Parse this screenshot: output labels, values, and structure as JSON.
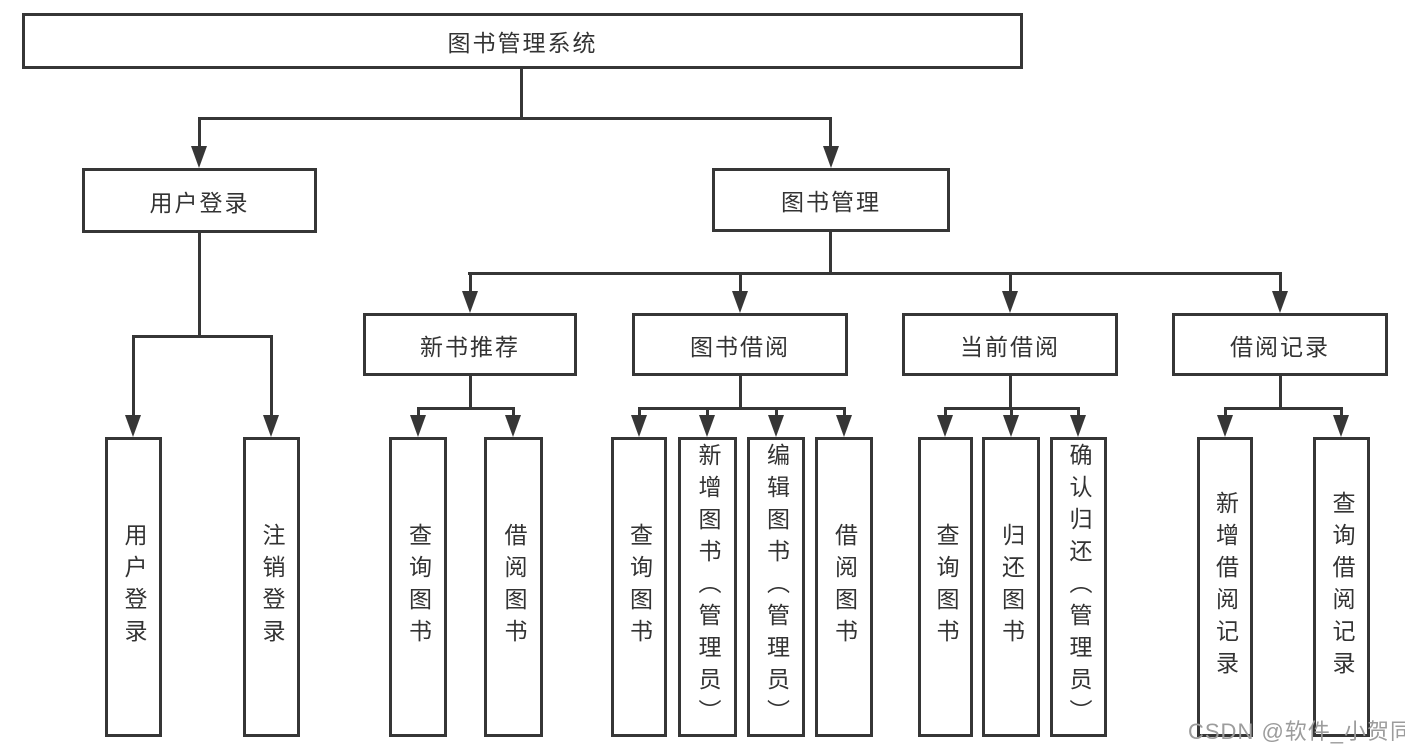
{
  "root": {
    "label": "图书管理系统"
  },
  "branches": [
    {
      "label": "用户登录",
      "children": [
        {
          "label": "用户登录"
        },
        {
          "label": "注销登录"
        }
      ]
    },
    {
      "label": "图书管理",
      "sections": [
        {
          "label": "新书推荐",
          "children": [
            {
              "label": "查询图书"
            },
            {
              "label": "借阅图书"
            }
          ]
        },
        {
          "label": "图书借阅",
          "children": [
            {
              "label": "查询图书"
            },
            {
              "label": "新增图书（管理员）"
            },
            {
              "label": "编辑图书（管理员）"
            },
            {
              "label": "借阅图书"
            }
          ]
        },
        {
          "label": "当前借阅",
          "children": [
            {
              "label": "查询图书"
            },
            {
              "label": "归还图书"
            },
            {
              "label": "确认归还（管理员）"
            }
          ]
        },
        {
          "label": "借阅记录",
          "children": [
            {
              "label": "新增借阅记录"
            },
            {
              "label": "查询借阅记录"
            }
          ]
        }
      ]
    }
  ],
  "watermark": "CSDN @软件_小贺同学",
  "colors": {
    "line": "#363636",
    "text": "#333333",
    "background": "#ffffff",
    "watermark": "#9c9c9c"
  }
}
